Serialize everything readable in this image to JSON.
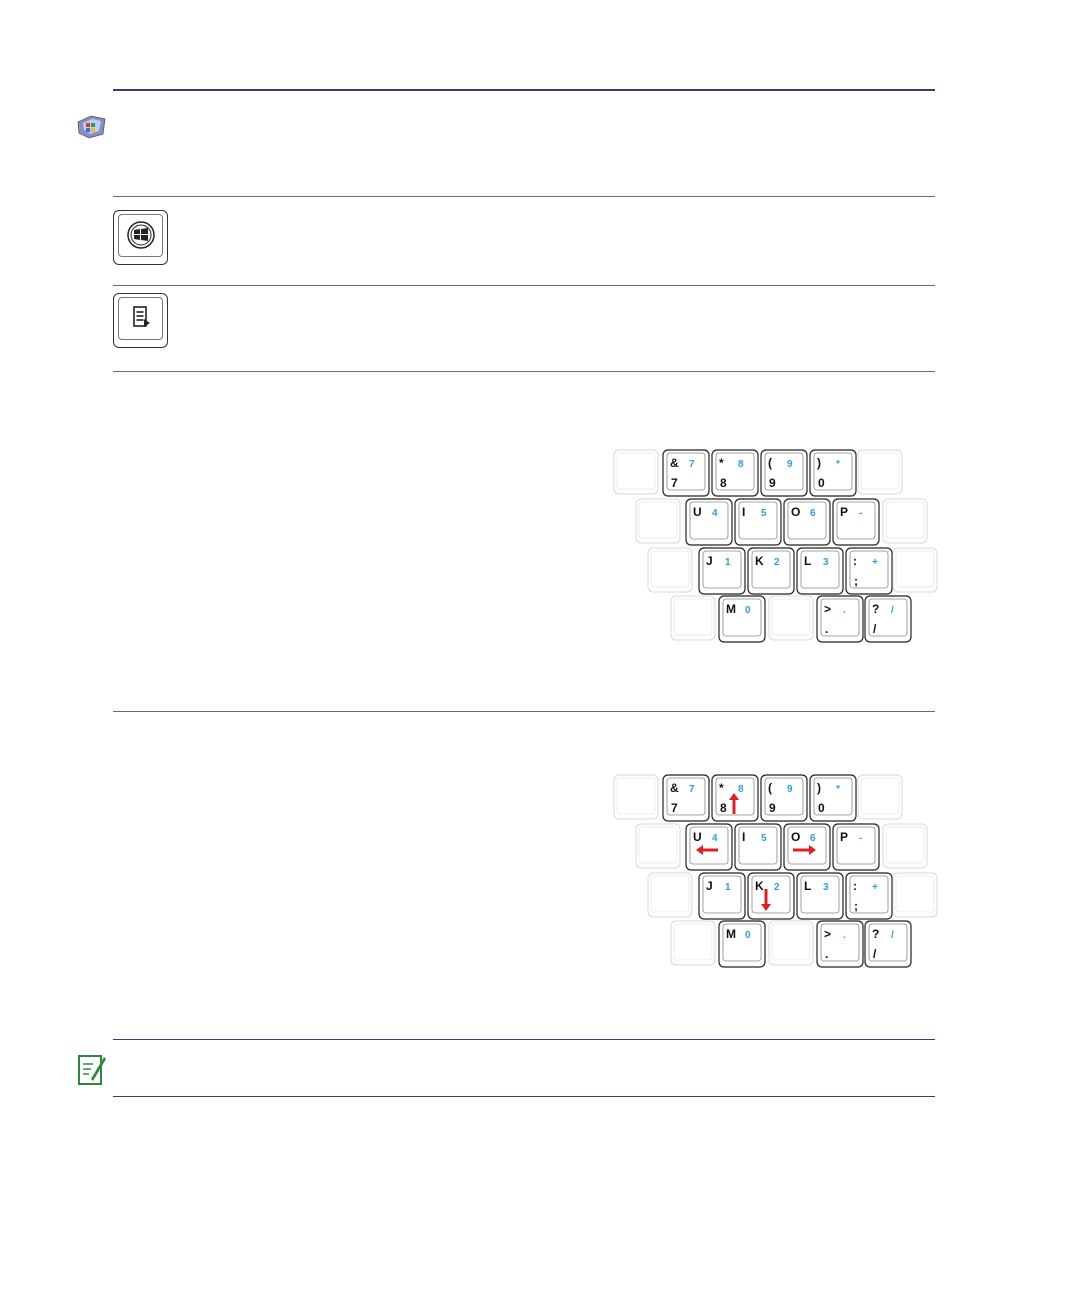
{
  "section_icon": "windows-laptop-icon",
  "keys": {
    "windows_key_icon": "windows-logo-key-icon",
    "menu_key_icon": "context-menu-key-icon"
  },
  "keyboard_numpad": {
    "rows": [
      [
        {
          "top": "&",
          "bottom": "7",
          "num": "7"
        },
        {
          "top": "*",
          "bottom": "8",
          "num": "8"
        },
        {
          "top": "(",
          "bottom": "9",
          "num": "9"
        },
        {
          "top": ")",
          "bottom": "0",
          "num": "*"
        }
      ],
      [
        {
          "top": "U",
          "bottom": "",
          "num": "4"
        },
        {
          "top": "I",
          "bottom": "",
          "num": "5"
        },
        {
          "top": "O",
          "bottom": "",
          "num": "6"
        },
        {
          "top": "P",
          "bottom": "",
          "num": "-"
        }
      ],
      [
        {
          "top": "J",
          "bottom": "",
          "num": "1"
        },
        {
          "top": "K",
          "bottom": "",
          "num": "2"
        },
        {
          "top": "L",
          "bottom": "",
          "num": "3"
        },
        {
          "top": ":",
          "bottom": ";",
          "num": "+"
        }
      ],
      [
        {
          "top": "M",
          "bottom": "",
          "num": "0"
        },
        {
          "top": ">",
          "bottom": ".",
          "num": "."
        },
        {
          "top": "?",
          "bottom": "/",
          "num": "/"
        }
      ]
    ]
  },
  "arrow_overlay": {
    "up_key": "8",
    "left_key": "U",
    "right_key": "O",
    "down_key": "K"
  },
  "note_icon": "note-pencil-icon",
  "colors": {
    "rule_navy": "#3c3a80",
    "numpad_blue": "#2aa0d8",
    "arrow_red": "#e02020",
    "note_green": "#2a8a3a"
  }
}
